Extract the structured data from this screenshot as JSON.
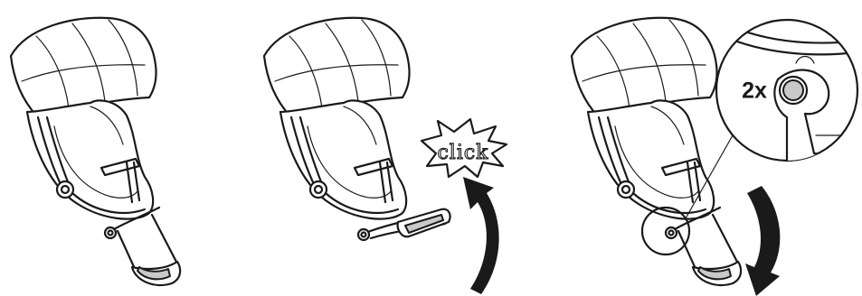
{
  "steps": [
    {
      "name": "step-1"
    },
    {
      "name": "step-2",
      "burst": {
        "label": "click"
      }
    },
    {
      "name": "step-3",
      "callout": {
        "multiplier": "2x"
      }
    }
  ]
}
